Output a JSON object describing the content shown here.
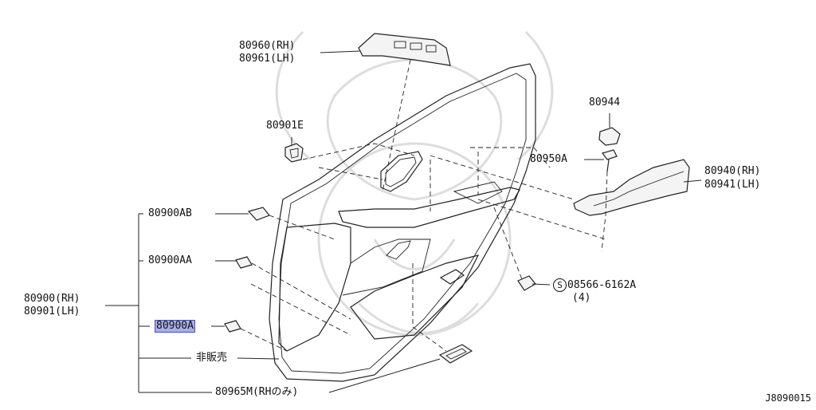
{
  "diagram": {
    "labels": {
      "p80960": "80960(RH)",
      "p80961": "80961(LH)",
      "p80901E": "80901E",
      "p80944": "80944",
      "p80950A": "80950A",
      "p80940": "80940(RH)",
      "p80941": "80941(LH)",
      "p80900AB": "80900AB",
      "p80900AA": "80900AA",
      "p80900": "80900(RH)",
      "p80901": "80901(LH)",
      "p80900A": "80900A",
      "hihanbai": "非販売",
      "p80965M": "80965M(RHのみ)",
      "p08566_symbol": "S",
      "p08566": "08566-6162A",
      "p08566_qty": "(4)"
    },
    "selected_part": "80900A",
    "reference_code": "J8090015",
    "icons": {
      "watermark": "nissan-style-watermark-icon",
      "symbol": "circle-s-icon"
    },
    "colors": {
      "selected_highlight": "#a8aee8",
      "line": "#222222"
    }
  }
}
